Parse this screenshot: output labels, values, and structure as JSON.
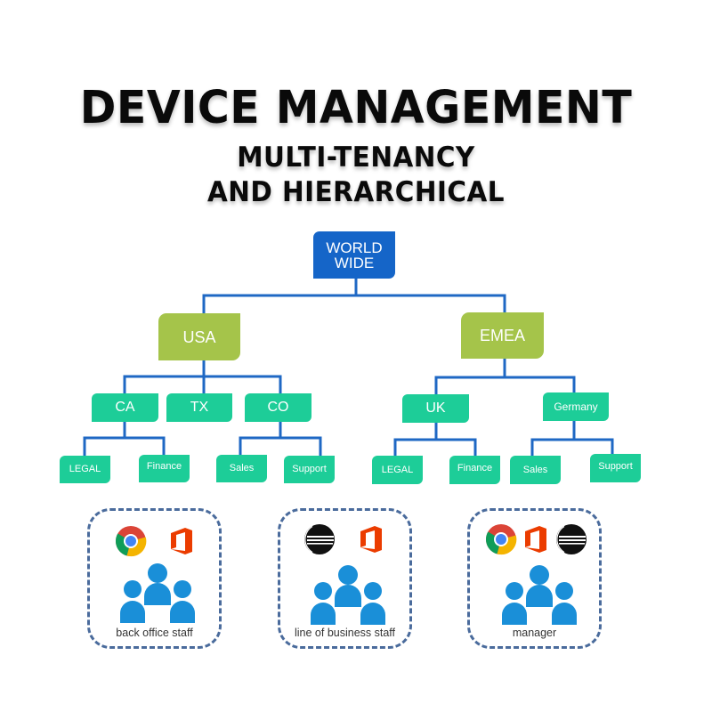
{
  "header": {
    "title": "DEVICE MANAGEMENT",
    "subtitle_line1": "MULTI-TENANCY",
    "subtitle_line2": "AND HIERARCHICAL"
  },
  "colors": {
    "root": "#1565c8",
    "region": "#a5c44a",
    "unit": "#1dcd98",
    "connector": "#1f68c4",
    "group_border": "#4a6b9c",
    "people": "#1a8fd8"
  },
  "tree": {
    "root": {
      "label_line1": "WORLD",
      "label_line2": "WIDE"
    },
    "regions": [
      {
        "label": "USA",
        "children": [
          {
            "label": "CA",
            "children": [
              "LEGAL",
              "Finance"
            ]
          },
          {
            "label": "TX",
            "children": []
          },
          {
            "label": "CO",
            "children": [
              "Sales",
              "Support"
            ]
          }
        ]
      },
      {
        "label": "EMEA",
        "children": [
          {
            "label": "UK",
            "children": [
              "LEGAL",
              "Finance"
            ]
          },
          {
            "label": "Germany",
            "children": [
              "Sales",
              "Support"
            ]
          }
        ]
      }
    ]
  },
  "user_groups": [
    {
      "label": "back office staff",
      "apps": [
        "chrome-icon",
        "office-icon"
      ]
    },
    {
      "label": "line of business staff",
      "apps": [
        "eclipse-icon",
        "office-icon"
      ]
    },
    {
      "label": "manager",
      "apps": [
        "chrome-icon",
        "office-icon",
        "eclipse-icon"
      ]
    }
  ]
}
